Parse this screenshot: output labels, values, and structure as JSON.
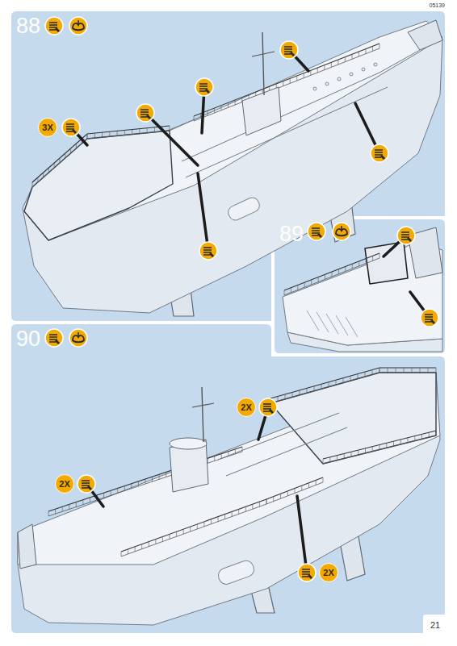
{
  "diagram": {
    "nodes": [
      {
        "text": [
          "88"
        ]
      },
      {
        "text": [
          "89"
        ]
      },
      {
        "text": [
          "90"
        ]
      },
      {
        "text": [
          "3X"
        ],
        "in": 0
      },
      {
        "text": [
          "2X"
        ],
        "in": 2
      },
      {
        "text": [
          "2X"
        ],
        "in": 2
      },
      {
        "text": [
          "2X"
        ],
        "in": 2
      }
    ],
    "labels": [
      "05139",
      "21"
    ]
  }
}
